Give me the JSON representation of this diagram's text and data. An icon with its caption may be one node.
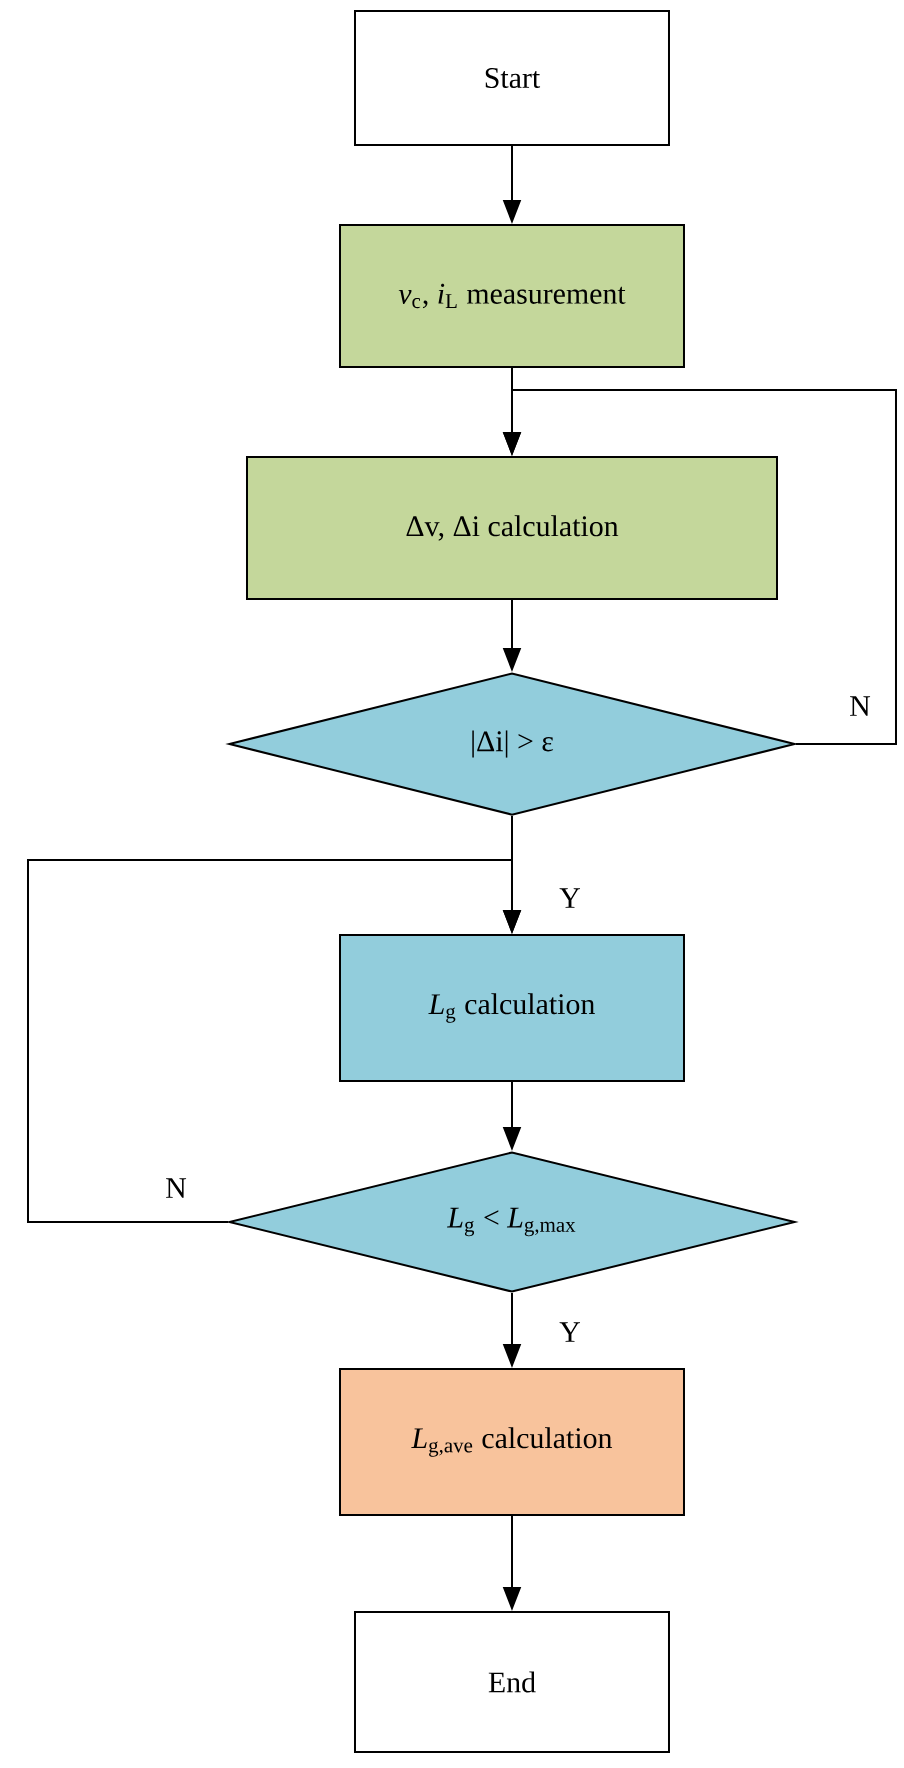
{
  "diagram": {
    "nodes": [
      {
        "text": [
          "Start"
        ]
      },
      {
        "text": [
          "*v*$_{c}$, *i*$_{L}$ measurement"
        ]
      },
      {
        "text": [
          "Δv, Δi calculation"
        ]
      },
      {
        "text": [
          "|Δi| > ε"
        ]
      },
      {
        "text": [
          "*L*$_{g}$ calculation"
        ]
      },
      {
        "text": [
          "*L*$_{g}$ < *L*$_{g,max}$"
        ]
      },
      {
        "text": [
          "*L*$_{g,ave}$ calculation"
        ]
      },
      {
        "text": [
          "End"
        ]
      }
    ],
    "edges": [
      {
        "from": 0,
        "to": 1,
        "arrow": "to"
      },
      {
        "from": 1,
        "to": 2,
        "arrow": "to"
      },
      {
        "from": 2,
        "to": 3,
        "arrow": "to"
      },
      {
        "from": 3,
        "to": 4,
        "arrow": "to",
        "label": "Y"
      },
      {
        "from": 4,
        "to": 5,
        "arrow": "to"
      },
      {
        "from": 5,
        "to": 6,
        "arrow": "to",
        "label": "Y"
      },
      {
        "from": 6,
        "to": 7,
        "arrow": "to"
      },
      {
        "from": 3,
        "to": 2,
        "arrow": "to",
        "label": "N"
      },
      {
        "from": 5,
        "to": 4,
        "arrow": "to",
        "label": "N"
      }
    ]
  }
}
